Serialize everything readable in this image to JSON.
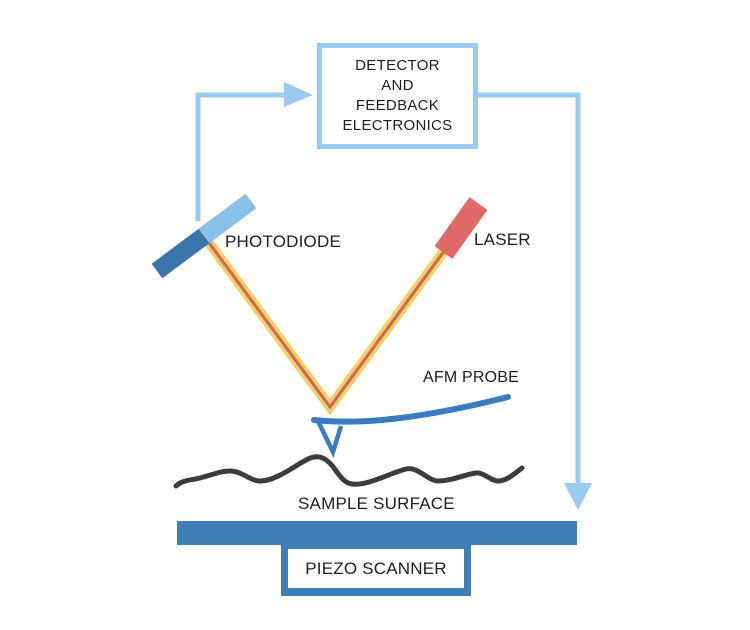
{
  "colors": {
    "light_blue": "#9ACBEE",
    "pd_dark": "#3A76AC",
    "pd_light": "#8AC1E8",
    "laser_red": "#E06A6A",
    "beam_yellow": "#EFD163",
    "beam_core": "#D4645E",
    "probe_blue": "#3A7CC0",
    "piezo_blue": "#3E80B5",
    "surface_dark": "#3C3C3C",
    "text_color": "#1E1E1E",
    "bg": "#FFFFFF"
  },
  "icons": {
    "arrow_right": "arrow-right-icon",
    "arrow_down": "arrow-down-icon"
  },
  "detector_box": {
    "lines": [
      "DETECTOR",
      "AND",
      "FEEDBACK",
      "ELECTRONICS"
    ]
  },
  "labels": {
    "photodiode": "PHOTODIODE",
    "laser": "LASER",
    "afm_probe": "AFM PROBE",
    "sample_surface": "SAMPLE SURFACE",
    "piezo_scanner": "PIEZO SCANNER"
  }
}
